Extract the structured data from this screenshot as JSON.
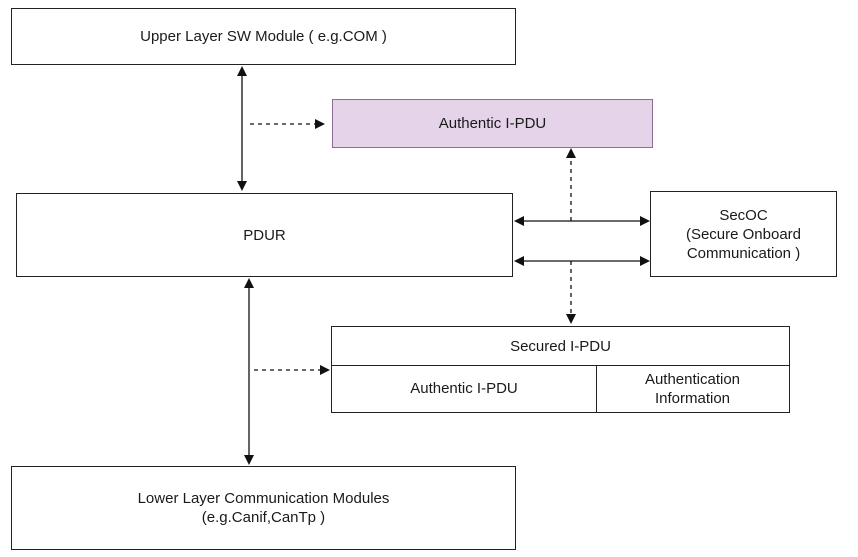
{
  "upper": {
    "label": "Upper Layer SW Module ( e.g.COM )"
  },
  "auth_top": {
    "label": "Authentic I-PDU"
  },
  "pdur": {
    "label": "PDUR"
  },
  "secoc": {
    "line1": "SecOC",
    "line2": "(Secure Onboard",
    "line3": "Communication )"
  },
  "secured": {
    "header": "Secured I-PDU",
    "cell_authentic": "Authentic I-PDU",
    "cell_info_line1": "Authentication",
    "cell_info_line2": "Information"
  },
  "lower": {
    "line1": "Lower Layer Communication Modules",
    "line2": "(e.g.Canif,CanTp )"
  },
  "colors": {
    "auth_fill": "#e5d3e9",
    "auth_border": "#8d6b95",
    "line": "#111111"
  }
}
